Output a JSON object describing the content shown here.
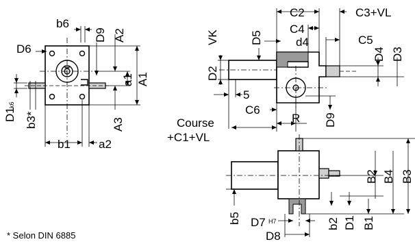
{
  "front_view": {
    "labels": {
      "b6": "b6",
      "D6": "D6",
      "D9": "D9",
      "A2": "A2",
      "a1": "a1",
      "A1": "A1",
      "D1": "D1",
      "k6": "k6",
      "b3": "b3*",
      "A3": "A3",
      "b1": "b1",
      "a2": "a2"
    }
  },
  "side_view": {
    "labels": {
      "VK": "VK",
      "D2": "D2",
      "D5": "D5",
      "C2": "C2",
      "C3VL": "C3+VL",
      "C4": "C4",
      "C5": "C5",
      "d4": "d4",
      "D4": "D4",
      "D3": "D3",
      "five": "5",
      "C6": "C6",
      "R": "R",
      "D9": "D9",
      "course": "Course",
      "c1vl": "+C1+VL"
    }
  },
  "bottom_view": {
    "labels": {
      "B2": "B2",
      "B4": "B4",
      "B3": "B3",
      "b5": "b5",
      "D7": "D7",
      "H7": "H7",
      "b2": "b2",
      "D1": "D1",
      "B1": "B1",
      "D8": "D8"
    }
  },
  "footnote": "* Selon DIN 6885"
}
